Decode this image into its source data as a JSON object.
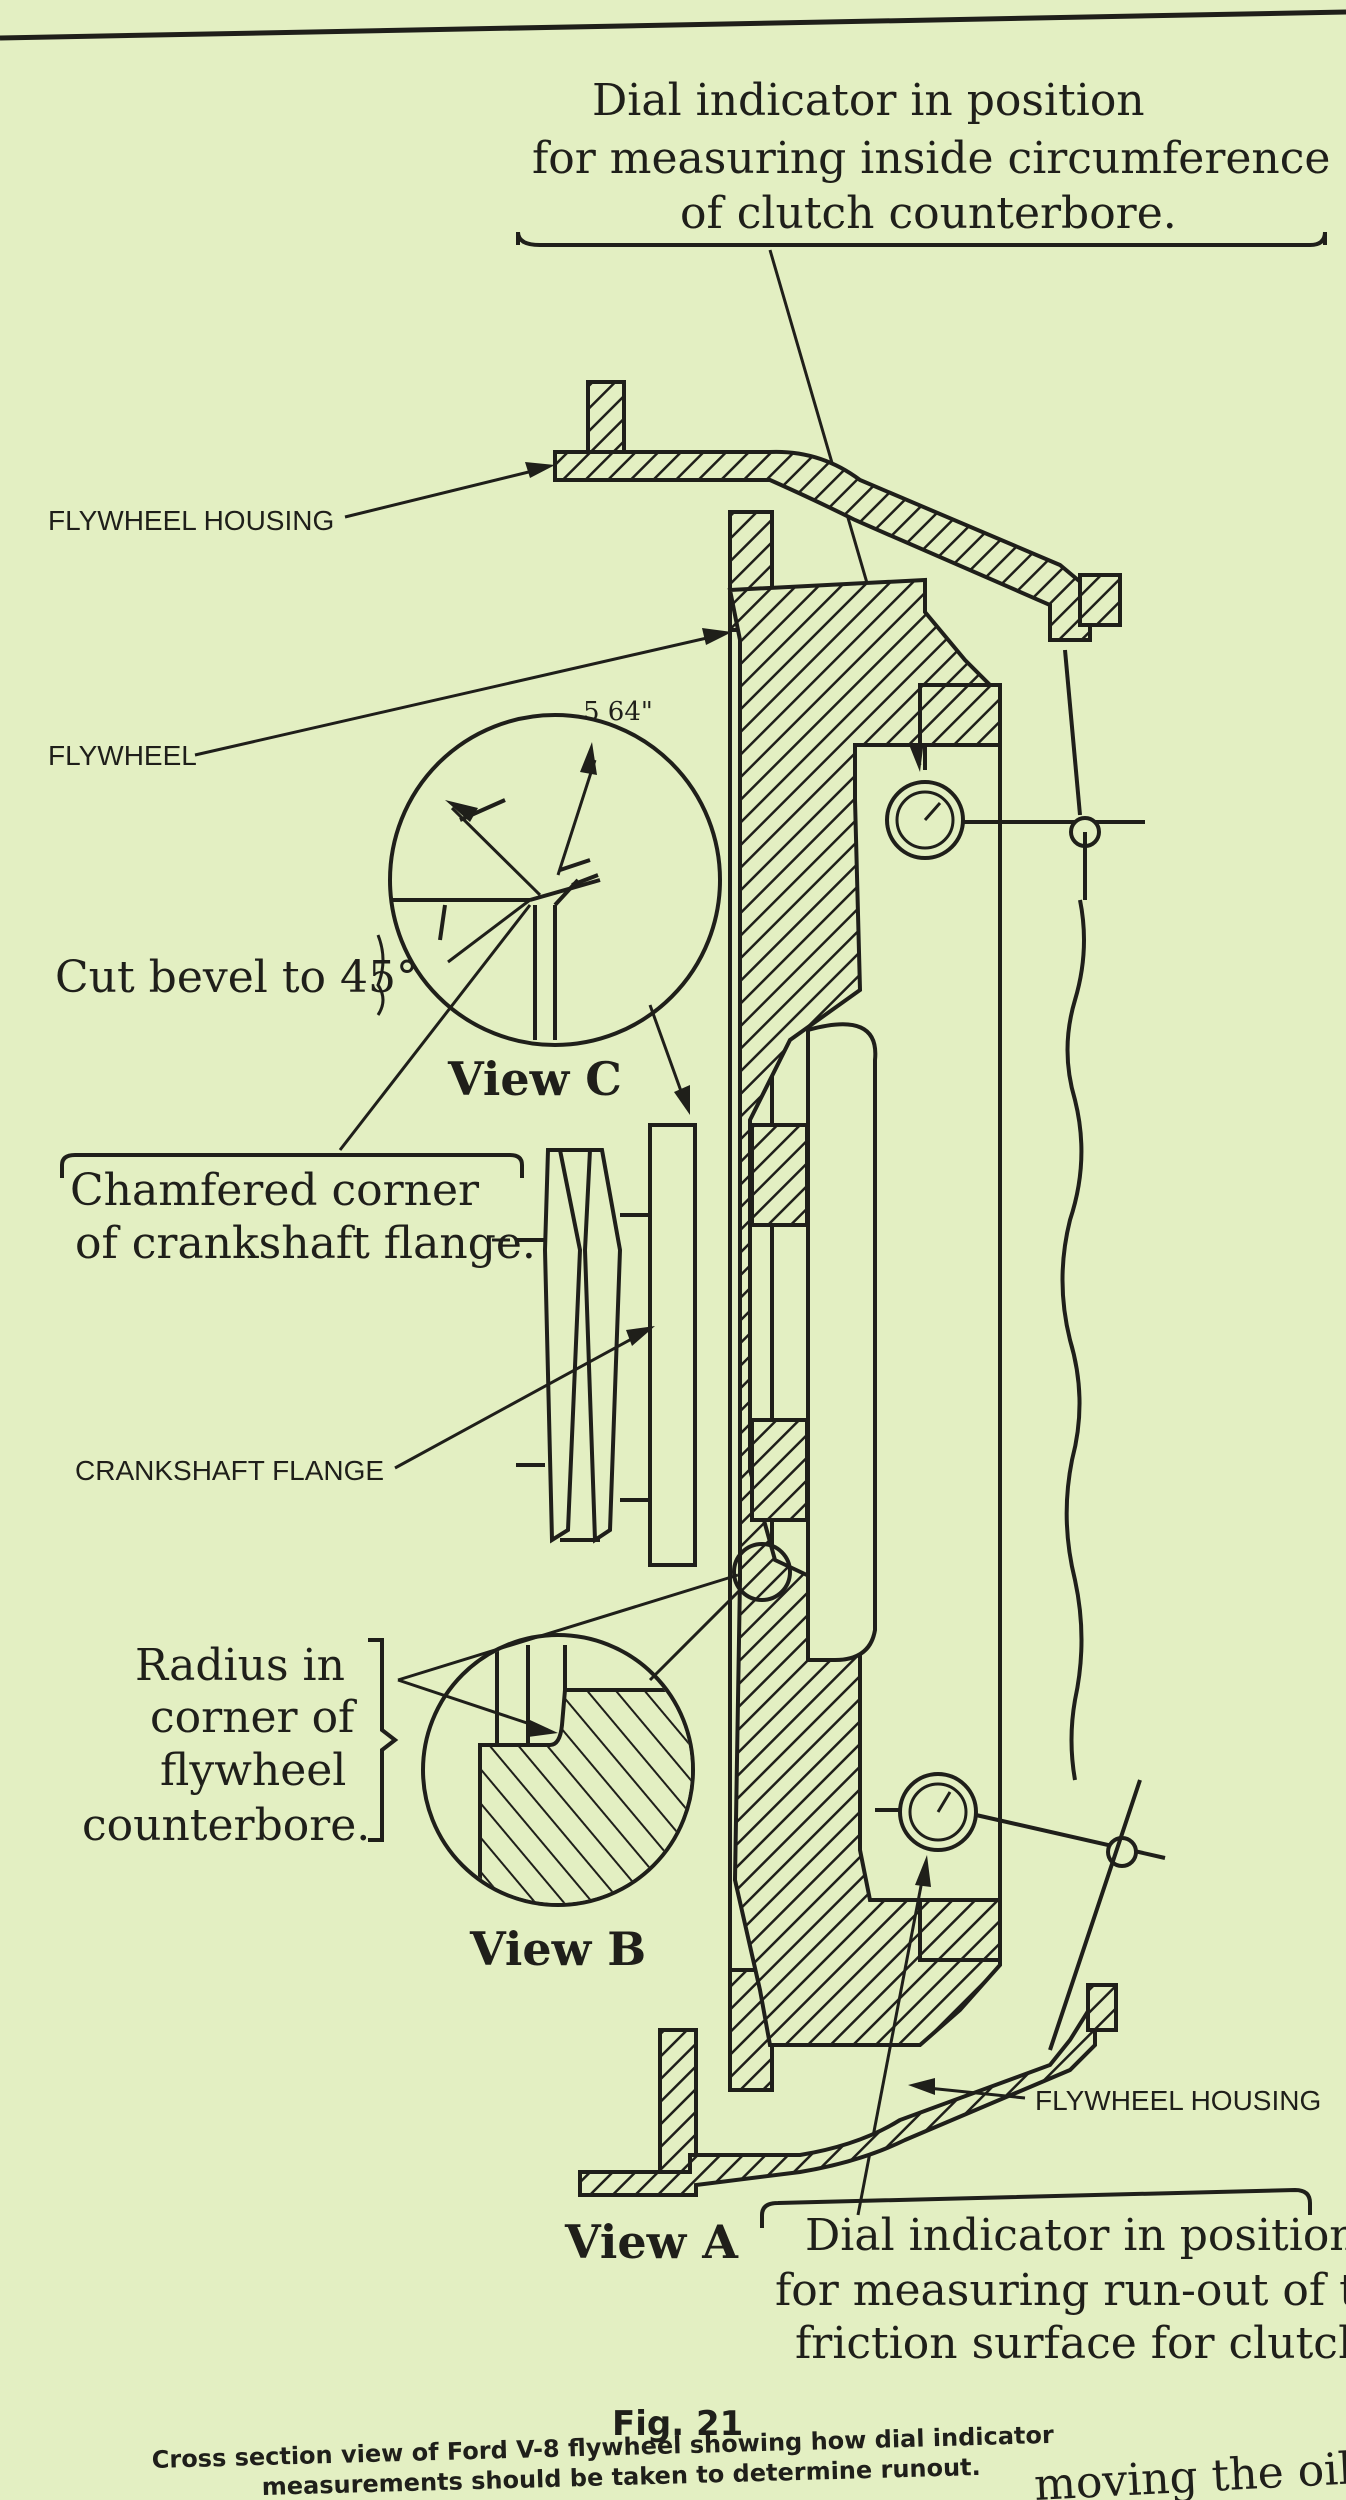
{
  "labels": {
    "dial_top_line1": "Dial indicator   in position",
    "dial_top_line2": "for measuring inside circumference",
    "dial_top_line3": "of clutch counterbore.",
    "flywheel_housing_top": "FLYWHEEL HOUSING",
    "flywheel": "FLYWHEEL",
    "dimension": "5  64\"",
    "cut_bevel": "Cut bevel to 45°",
    "view_c": "View C",
    "chamfer_line1": "Chamfered corner",
    "chamfer_line2": "of crankshaft  flange.",
    "crankshaft_flange": "CRANKSHAFT FLANGE",
    "radius_line1": "Radius in",
    "radius_line2": "corner of",
    "radius_line3": "flywheel",
    "radius_line4": "counterbore.",
    "view_b": "View B",
    "flywheel_housing_bottom": "FLYWHEEL HOUSING",
    "view_a": "View A",
    "dial_bottom_line1": "Dial indicator   in position",
    "dial_bottom_line2": "for measuring run-out of the",
    "dial_bottom_line3": "friction surface for clutch."
  },
  "caption": {
    "title": "Fig. 21",
    "line1": "Cross section view of Ford V-8 flywheel showing how dial indicator",
    "line2": "measurements should be taken to determine runout.",
    "trailing": "moving the oil"
  }
}
